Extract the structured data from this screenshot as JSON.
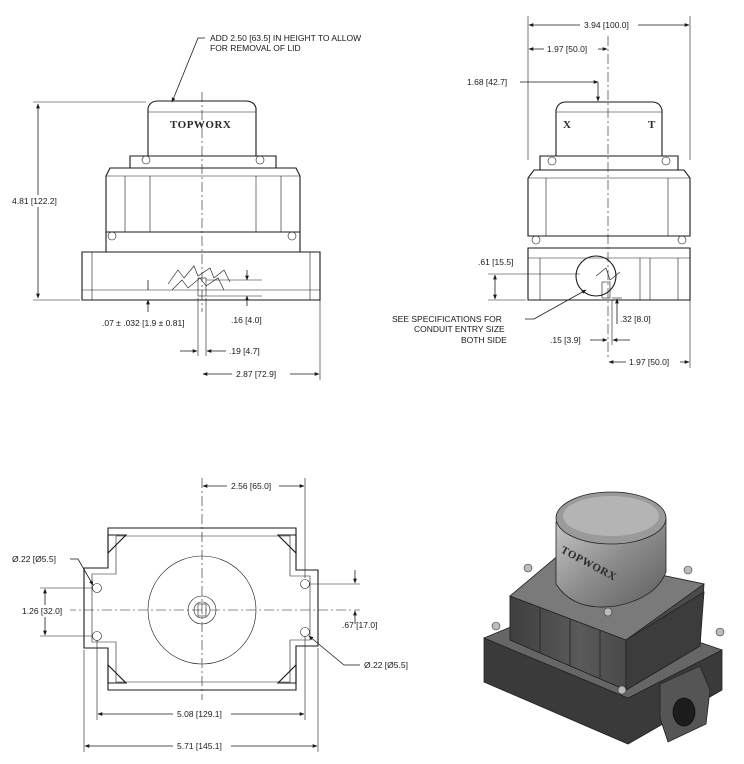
{
  "front_view": {
    "lid_note_line1": "ADD 2.50 [63.5] IN HEIGHT TO ALLOW",
    "lid_note_line2": "FOR REMOVAL OF LID",
    "brand": "TOPWORX",
    "height": "4.81 [122.2]",
    "tolerance": ".07 ± .032 [1.9 ± 0.81]",
    "shaft_height": ".16 [4.0]",
    "shaft_width": ".19 [4.7]",
    "half_width": "2.87 [72.9]"
  },
  "side_view": {
    "overall_width": "3.94 [100.0]",
    "half_width_top": "1.97 [50.0]",
    "lid_height": "1.68 [42.7]",
    "conduit_height": ".61 [15.5]",
    "conduit_note_line1": "SEE SPECIFICATIONS FOR",
    "conduit_note_line2": "CONDUIT ENTRY SIZE",
    "conduit_note_line3": "BOTH SIDE",
    "shaft_offset": ".15 [3.9]",
    "shaft_depth": ".32 [8.0]",
    "half_width_bottom": "1.97 [50.0]",
    "brand_left": "X",
    "brand_right": "T"
  },
  "top_view": {
    "hole_offset": "2.56 [65.0]",
    "hole_dia_top": "Ø.22 [Ø5.5]",
    "hole_spacing": "1.26 [32.0]",
    "hole_dia_bottom": "Ø.22 [Ø5.5]",
    "hole_row_offset": ".67 [17.0]",
    "hole_span": "5.08 [129.1]",
    "overall_length": "5.71 [145.1]"
  },
  "iso_view": {
    "brand": "TOPWORX"
  }
}
